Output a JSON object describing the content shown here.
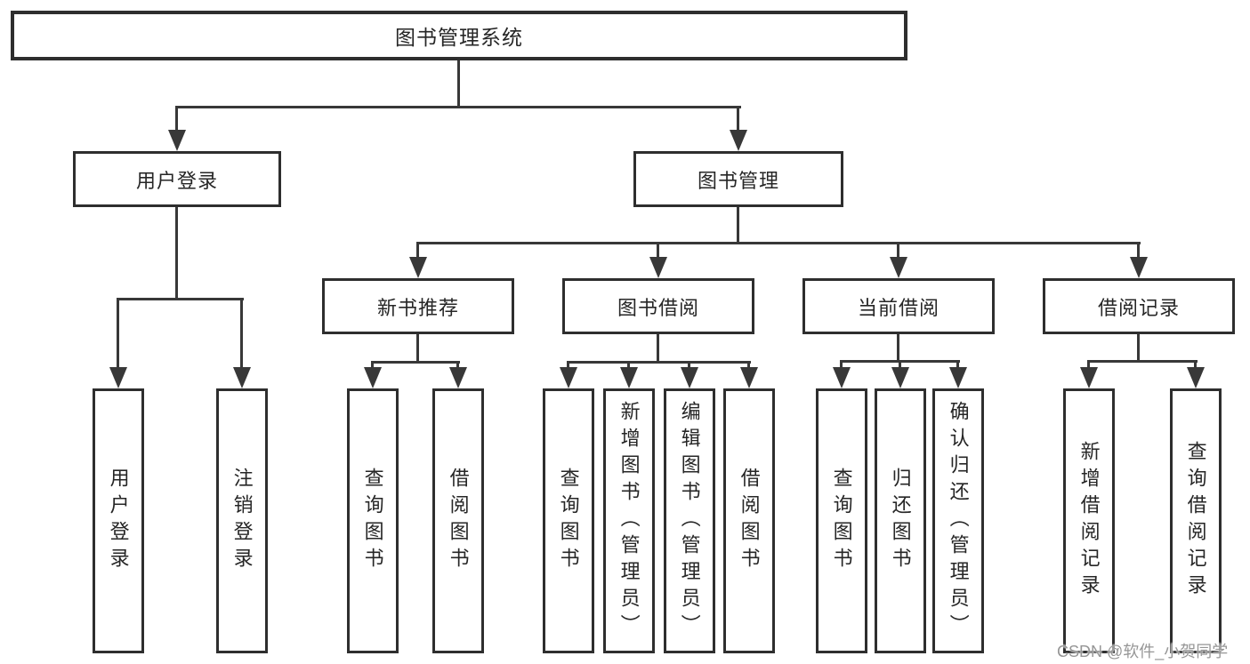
{
  "root": {
    "label": "图书管理系统"
  },
  "branches": [
    {
      "label": "用户登录",
      "leaves": [
        {
          "label": "用户登录"
        },
        {
          "label": "注销登录"
        }
      ]
    },
    {
      "label": "图书管理",
      "groups": [
        {
          "label": "新书推荐",
          "leaves": [
            {
              "label": "查询图书"
            },
            {
              "label": "借阅图书"
            }
          ]
        },
        {
          "label": "图书借阅",
          "leaves": [
            {
              "label": "查询图书"
            },
            {
              "label": "新增图书（管理员）"
            },
            {
              "label": "编辑图书（管理员）"
            },
            {
              "label": "借阅图书"
            }
          ]
        },
        {
          "label": "当前借阅",
          "leaves": [
            {
              "label": "查询图书"
            },
            {
              "label": "归还图书"
            },
            {
              "label": "确认归还（管理员）"
            }
          ]
        },
        {
          "label": "借阅记录",
          "leaves": [
            {
              "label": "新增借阅记录"
            },
            {
              "label": "查询借阅记录"
            }
          ]
        }
      ]
    }
  ],
  "watermark": {
    "text": "CSDN @软件_小贺同学"
  },
  "colors": {
    "line": "#383838",
    "box_border": "#2e2e2e",
    "text": "#262626",
    "watermark": "#969696",
    "background": "#ffffff"
  }
}
